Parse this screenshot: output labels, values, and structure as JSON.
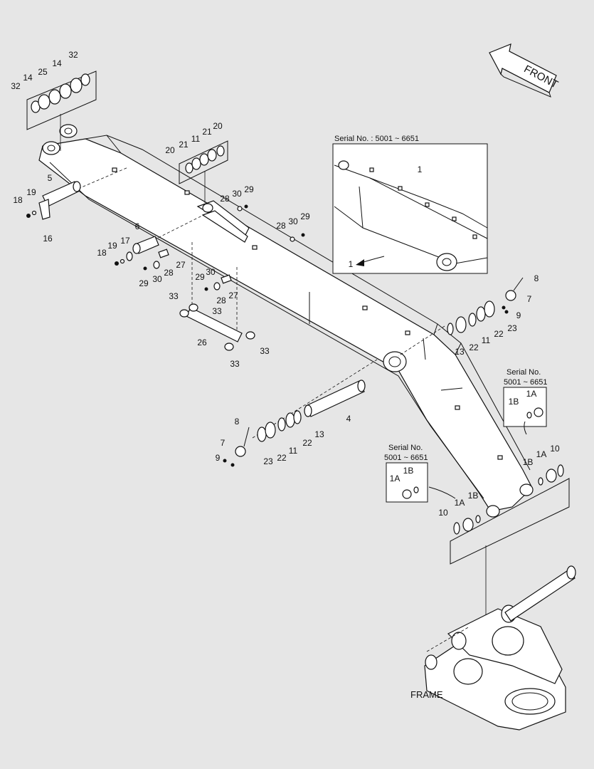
{
  "direction": {
    "text": "FRONT"
  },
  "frame_label": "FRAME",
  "serial_notes": {
    "detail_view": "Serial No. : 5001 ~ 6651",
    "bushing_right_line1": "Serial No.",
    "bushing_right_line2": "5001 ~ 6651",
    "bushing_left_line1": "Serial No.",
    "bushing_left_line2": "5001 ~ 6651"
  },
  "part_numbers": {
    "top_shims": [
      "32",
      "14",
      "25",
      "14",
      "32"
    ],
    "upper_shims": [
      "20",
      "21",
      "11",
      "21",
      "20"
    ],
    "boom": "1",
    "detail_boom": "1",
    "boom_pin": "4",
    "tip_pin": "5",
    "tip_bolt": "18",
    "tip_washer": "19",
    "tip_plate": "16",
    "pin_6": "6",
    "bolt_18b": "18",
    "washer_19b": "19",
    "plate_17": "17",
    "bolt_29a": "29",
    "washer_30a": "30",
    "bush_28a": "28",
    "bush_27a": "27",
    "bolt_29b": "29",
    "washer_30b": "30",
    "bush_28b": "28",
    "bush_27b": "27",
    "upper_28a": "28",
    "upper_30a": "30",
    "upper_29a": "29",
    "upper_28b": "28",
    "upper_30b": "30",
    "upper_29b": "29",
    "link_26": "26",
    "cap_33a": "33",
    "cap_33b": "33",
    "cap_33c": "33",
    "cap_33d": "33",
    "right_8": "8",
    "right_7": "7",
    "right_9": "9",
    "right_13": "13",
    "right_22a": "22",
    "right_11": "11",
    "right_22b": "22",
    "right_23": "23",
    "left_8": "8",
    "left_7": "7",
    "left_9": "9",
    "left_23": "23",
    "left_22a": "22",
    "left_11": "11",
    "left_22b": "22",
    "left_13": "13",
    "foot_r_10": "10",
    "foot_r_1A": "1A",
    "foot_r_1B": "1B",
    "foot_l_10": "10",
    "foot_l_1A": "1A",
    "foot_l_1B": "1B",
    "box_r_1A": "1A",
    "box_r_1B": "1B",
    "box_l_1A": "1A",
    "box_l_1B": "1B"
  }
}
